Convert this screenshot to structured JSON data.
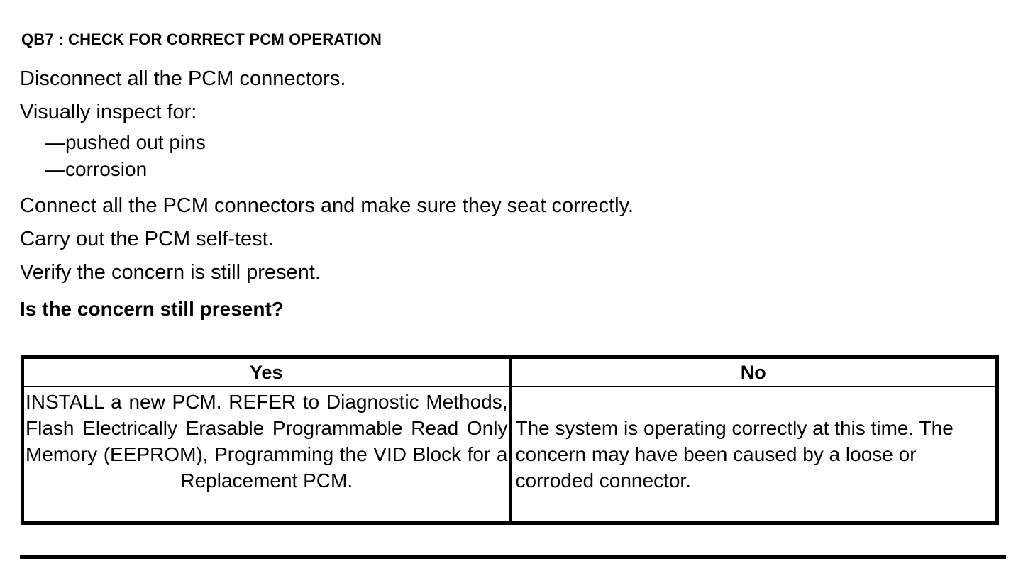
{
  "heading": {
    "text": "QB7 : CHECK FOR CORRECT PCM OPERATION"
  },
  "procedure": {
    "lines": [
      {
        "text": "Disconnect all the PCM connectors.",
        "style": "normal"
      },
      {
        "text": "Visually inspect for:",
        "style": "sub-header"
      },
      {
        "text": "—pushed out pins",
        "style": "dash-item"
      },
      {
        "text": "—corrosion",
        "style": "dash-item"
      },
      {
        "text": "Connect all the PCM connectors and make sure they seat correctly.",
        "style": "normal"
      },
      {
        "text": "Carry out the PCM self-test.",
        "style": "normal"
      },
      {
        "text": "Verify the concern is still present.",
        "style": "normal"
      },
      {
        "text": "Is the concern still present?",
        "style": "question"
      }
    ],
    "line_0": "Disconnect all the PCM connectors.",
    "line_1": "Visually inspect for:",
    "line_2": "—pushed out pins",
    "line_3": "—corrosion",
    "line_4": "Connect all the PCM connectors and make sure they seat correctly.",
    "line_5": "Carry out the PCM self-test.",
    "line_6": "Verify the concern is still present.",
    "line_7": "Is the concern still present?"
  },
  "decision_table": {
    "headers": {
      "yes": "Yes",
      "no": "No"
    },
    "cells": {
      "yes": "INSTALL a new PCM. REFER to Diagnostic Methods, Flash Electrically Erasable Programmable Read Only Memory (EEPROM), Programming the VID Block for a Replacement PCM.",
      "no": "The system is operating correctly at this time. The concern may have been caused by a loose or corroded connector."
    }
  },
  "colors": {
    "text": "#000000",
    "background": "#ffffff",
    "rule": "#000000"
  }
}
